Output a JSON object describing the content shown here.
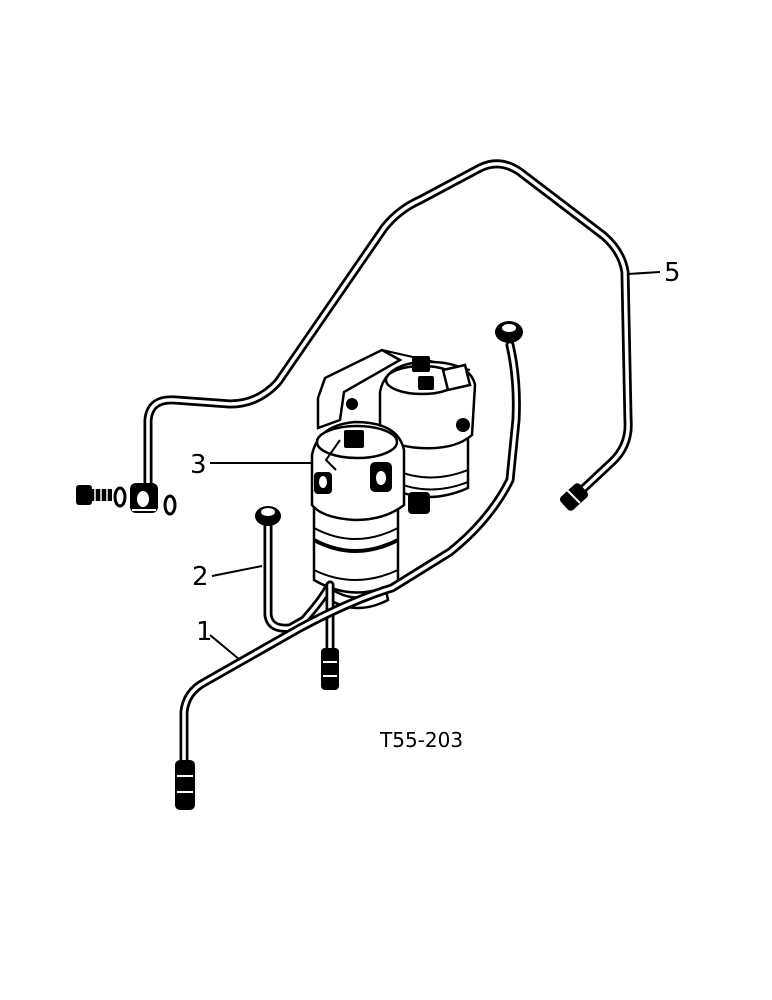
{
  "callouts": [
    {
      "id": "1",
      "label": "1"
    },
    {
      "id": "2",
      "label": "2"
    },
    {
      "id": "3",
      "label": "3"
    },
    {
      "id": "5",
      "label": "5"
    }
  ],
  "figure_code": "T55-203"
}
